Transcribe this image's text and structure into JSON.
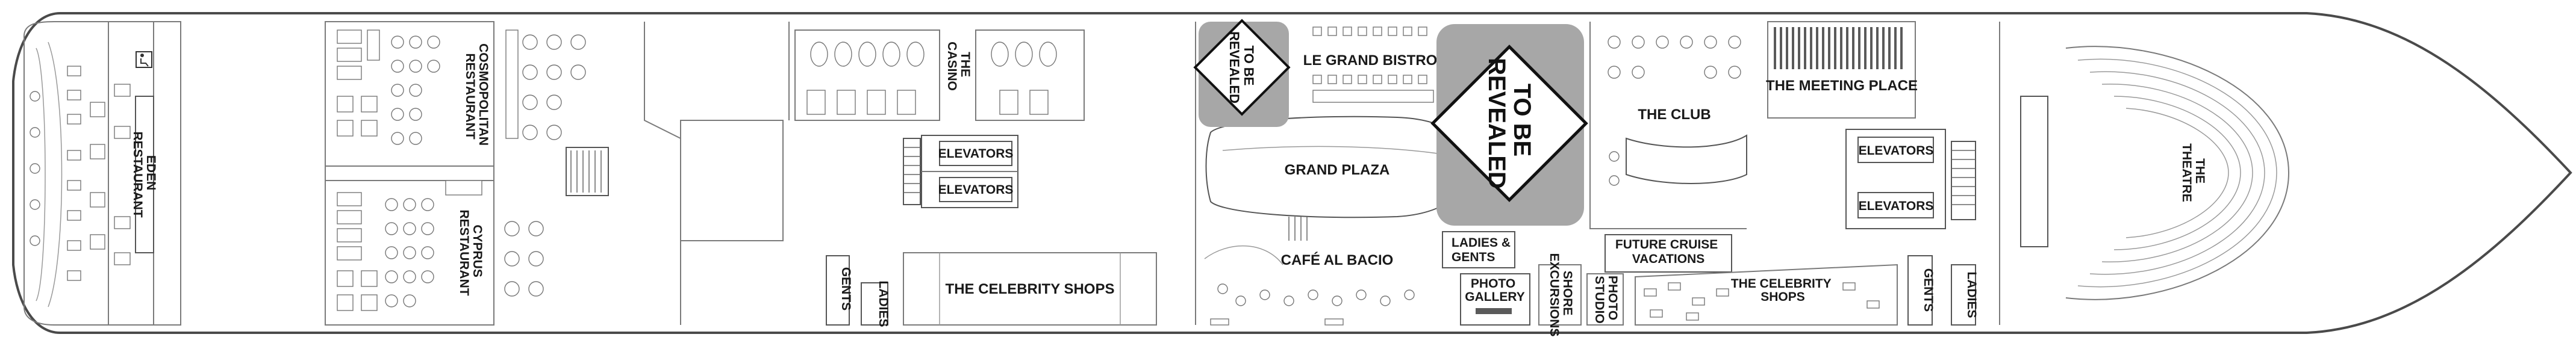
{
  "labels": {
    "eden": [
      "EDEN",
      "RESTAURANT"
    ],
    "cosmopolitan": [
      "COSMOPOLITAN",
      "RESTAURANT"
    ],
    "cyprus": [
      "CYPRUS",
      "RESTAURANT"
    ],
    "casino": [
      "THE",
      "CASINO"
    ],
    "elevators_fwd_top": "ELEVATORS",
    "elevators_fwd_bottom": "ELEVATORS",
    "elevators_aft_top": "ELEVATORS",
    "elevators_aft_bottom": "ELEVATORS",
    "gents_1": "GENTS",
    "ladies_1": "LADIES",
    "celebrity_shops_1": "THE CELEBRITY SHOPS",
    "grand_plaza": "GRAND PLAZA",
    "le_grand_bistro": "LE GRAND BISTRO",
    "cafe_al_bacio": "CAFÉ AL BACIO",
    "ladies_gents": [
      "LADIES &",
      "GENTS"
    ],
    "photo_gallery": [
      "PHOTO",
      "GALLERY"
    ],
    "shore_excursions": [
      "SHORE",
      "EXCURSIONS"
    ],
    "photo_studio": [
      "PHOTO",
      "STUDIO"
    ],
    "the_club": "THE CLUB",
    "future_cruise": [
      "FUTURE CRUISE",
      "VACATIONS"
    ],
    "celebrity_shops_2": [
      "THE CELEBRITY",
      "SHOPS"
    ],
    "meeting_place": "THE MEETING PLACE",
    "gents_2": "GENTS",
    "ladies_2": "LADIES",
    "theatre": [
      "THE",
      "THEATRE"
    ]
  },
  "signs": {
    "small": [
      "TO BE",
      "REVEALED"
    ],
    "large": [
      "TO BE",
      "REVEALED"
    ]
  },
  "colors": {
    "hull": "#4a4a4a",
    "wall": "#7a7a7a",
    "highlight": "#a7a7a7",
    "sign_fill": "#ffffff",
    "text": "#1a1a1a"
  },
  "icons": [
    "accessible-restroom-icon"
  ]
}
